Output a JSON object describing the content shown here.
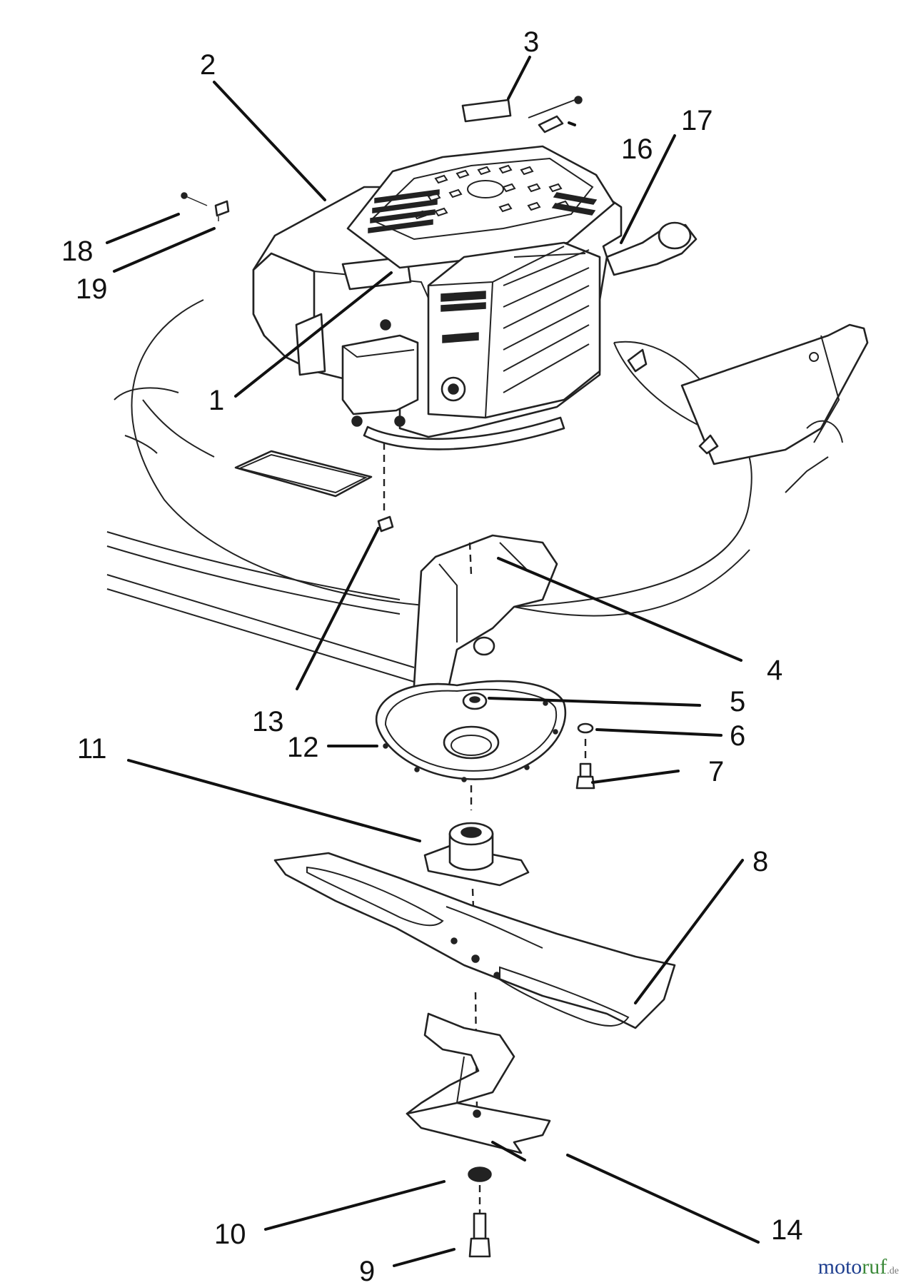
{
  "diagram": {
    "callouts": [
      "1",
      "2",
      "3",
      "4",
      "5",
      "6",
      "7",
      "8",
      "9",
      "10",
      "11",
      "12",
      "13",
      "14",
      "16",
      "17",
      "18",
      "19"
    ]
  },
  "watermark": {
    "brand_a": "moto",
    "brand_b": "ruf",
    "suffix": ".de"
  }
}
